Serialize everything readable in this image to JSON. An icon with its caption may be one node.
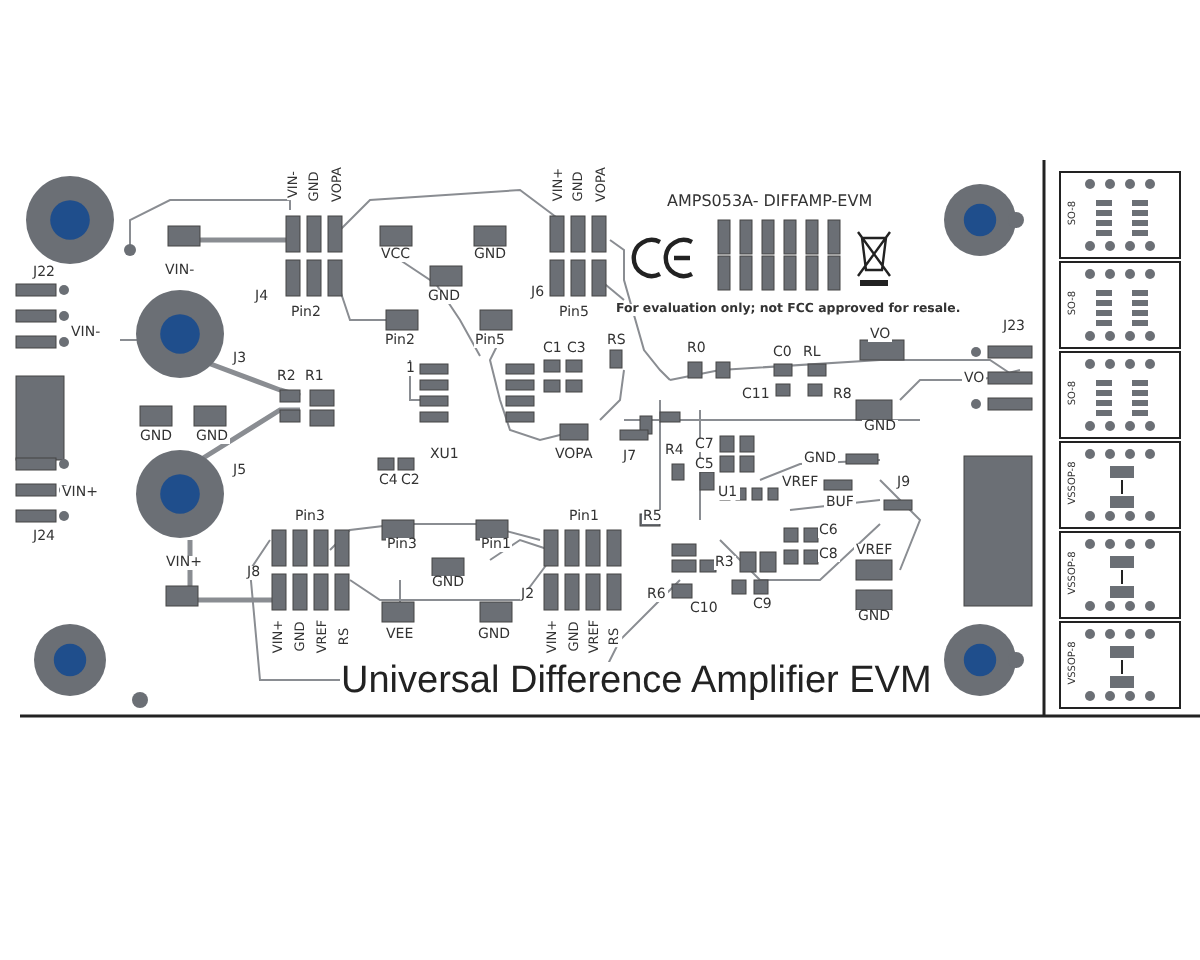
{
  "diagram": {
    "title": "Universal Difference Amplifier EVM",
    "labels": [
      "AMPS053A- DIFFAMP-EVM",
      "VIN-",
      "GND",
      "VOPA",
      "VIN+",
      "GND",
      "VOPA",
      "VCC",
      "GND",
      "J4",
      "GND",
      "Pin2",
      "J6",
      "Pin5",
      "For evaluation only; not FCC approved for resale.",
      "J22",
      "VIN-",
      "VIN-",
      "Pin2",
      "Pin5",
      "J3",
      "C1",
      "C3",
      "RS",
      "R0",
      "C0",
      "RL",
      "VO",
      "J23",
      "VO",
      "C11",
      "R8",
      "GND",
      "R2",
      "R1",
      "1",
      "GND",
      "GND",
      "XU1",
      "VOPA",
      "C4",
      "C2",
      "J5",
      "J7",
      "C7",
      "C5",
      "R4",
      "GND",
      "VREF",
      "J9",
      "U1",
      "BUF",
      "R5",
      "C6",
      "C8",
      "J24",
      "VIN+",
      "Pin3",
      "Pin1",
      "VIN+",
      "J8",
      "Pin3",
      "Pin1",
      "GND",
      "R3",
      "VREF",
      "R6",
      "C10",
      "C9",
      "J2",
      "GND",
      "VEE",
      "GND",
      "VIN+",
      "GND",
      "VREF",
      "RS",
      "VIN+",
      "GND",
      "VREF",
      "RS",
      "SO-8",
      "SO-8",
      "SO-8",
      "VSSOP-8",
      "VSSOP-8",
      "VSSOP-8"
    ]
  }
}
